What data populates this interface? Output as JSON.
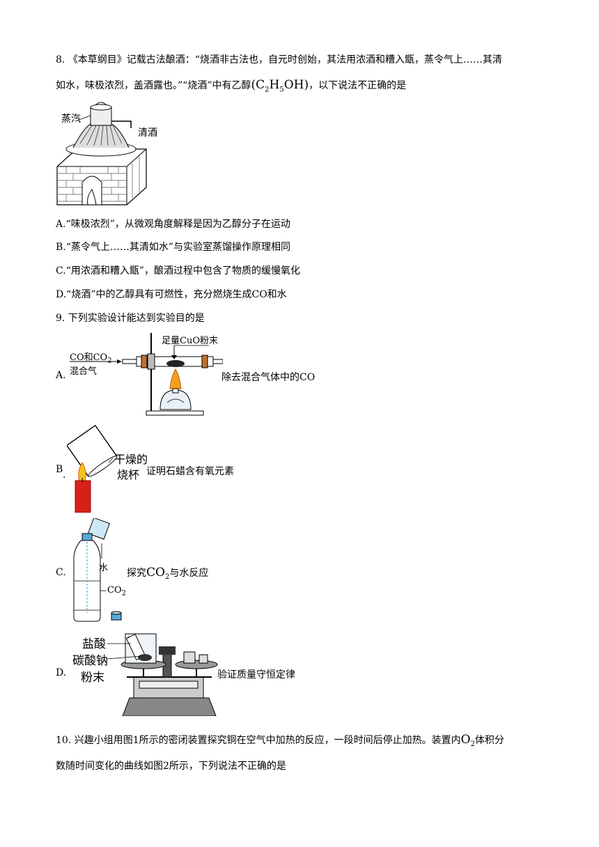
{
  "q8": {
    "line1": "8. 《本草纲目》记载古法酿酒：“烧酒非古法也，自元时创始，其法用浓酒和糟入甑，蒸令气上……其清",
    "line2_pre": "如水，味极浓烈，盖酒露也。”“烧酒”中有乙醇",
    "formula_open": "(",
    "formula_c": "C",
    "formula_sub2": "2",
    "formula_h": "H",
    "formula_sub5": "5",
    "formula_oh": "OH",
    "formula_close": ")",
    "line2_post": "，以下说法不正确的是",
    "fig_label_steam": "蒸汽",
    "fig_label_liquor": "清酒",
    "options": [
      "A.“味极浓烈”，从微观角度解释是因为乙醇分子在运动",
      "B.“蒸令气上……其清如水”与实验室蒸馏操作原理相同",
      "C.“用浓酒和糟入甑”，酿酒过程中包含了物质的缓慢氧化",
      "D.“烧酒”中的乙醇具有可燃性，充分燃烧生成CO和水"
    ]
  },
  "q9": {
    "stem": "9. 下列实验设计能达到实验目的是",
    "A": {
      "letter": "A.",
      "gas1": "CO和CO",
      "gas_sub": "2",
      "gas2": "混合气",
      "powder": "足量CuO粉末",
      "text": "除去混合气体中的CO"
    },
    "B": {
      "letter": "B",
      "dot": ".",
      "beaker1": "干燥的",
      "beaker2": "烧杯",
      "text": "证明石蜡含有氧元素"
    },
    "C": {
      "letter": "C.",
      "water": "水",
      "co2": "CO",
      "co2_sub": "2",
      "text_pre": "探究",
      "text_co": "CO",
      "text_sub": "2",
      "text_post": "与水反应"
    },
    "D": {
      "letter": "D.",
      "acid": "盐酸",
      "carbonate": "碳酸钠",
      "powder": "粉末",
      "text": "验证质量守恒定律"
    }
  },
  "q10": {
    "line1_pre": "10. 兴趣小组用图1所示的密闭装置探究铜在空气中加热的反应，一段时间后停止加热。装置内",
    "o": "O",
    "o_sub": "2",
    "line1_post": "体积分",
    "line2": "数随时间变化的曲线如图2所示，下列说法不正确的是"
  }
}
